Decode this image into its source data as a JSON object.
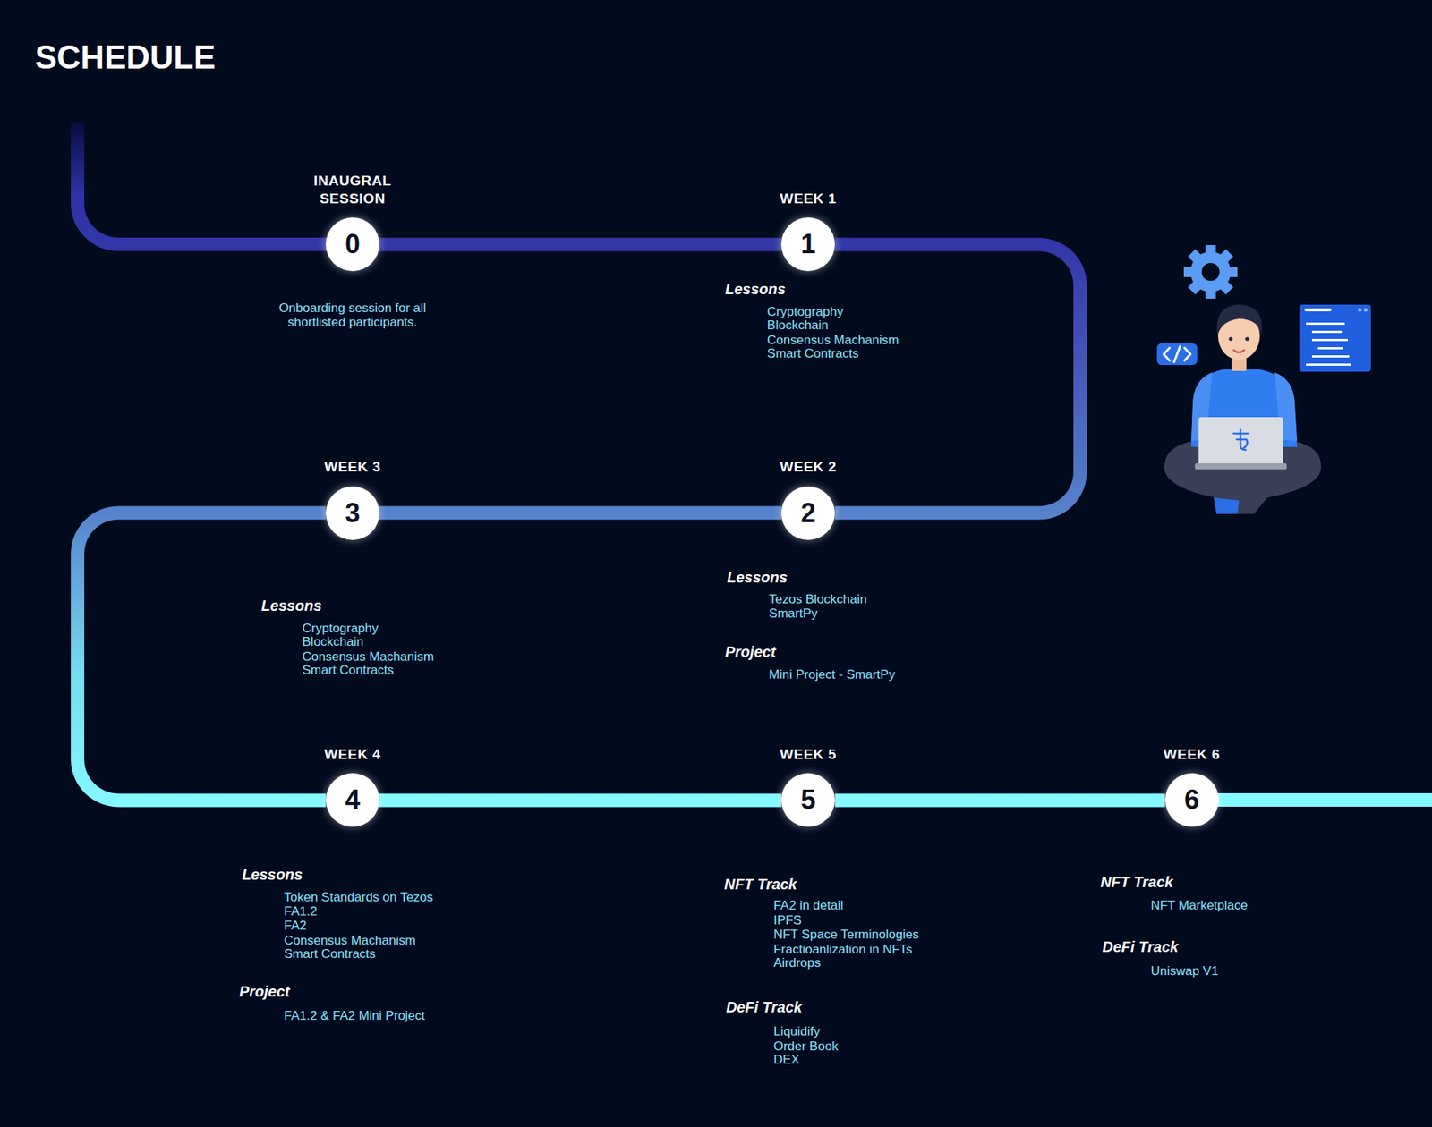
{
  "diagram": {
    "title": "SCHEDULE",
    "nodes": [
      {
        "text": [
          "INAUGRAL SESSION",
          "0"
        ]
      },
      {
        "text": [
          "WEEK 1",
          "1"
        ]
      },
      {
        "text": [
          "WEEK 2",
          "2"
        ]
      },
      {
        "text": [
          "WEEK 3",
          "3"
        ]
      },
      {
        "text": [
          "WEEK 4",
          "4"
        ]
      },
      {
        "text": [
          "WEEK 5",
          "5"
        ]
      },
      {
        "text": [
          "WEEK 6",
          "6"
        ]
      }
    ],
    "edges": [
      {
        "from": 0,
        "to": 1,
        "arrow": "none"
      },
      {
        "from": 1,
        "to": 2,
        "arrow": "none"
      },
      {
        "from": 2,
        "to": 3,
        "arrow": "none"
      },
      {
        "from": 3,
        "to": 4,
        "arrow": "none"
      },
      {
        "from": 4,
        "to": 5,
        "arrow": "none"
      },
      {
        "from": 5,
        "to": 6,
        "arrow": "none"
      }
    ],
    "labels": [
      "Onboarding session for all shortlisted participants.",
      "Lessons",
      "Cryptography",
      "Blockchain",
      "Consensus Machanism",
      "Smart Contracts",
      "Lessons",
      "Tezos Blockchain",
      "SmartPy",
      "Project",
      "Mini Project - SmartPy",
      "Lessons",
      "Cryptography",
      "Blockchain",
      "Consensus Machanism",
      "Smart Contracts",
      "Lessons",
      "Token Standards on Tezos",
      "FA1.2",
      "FA2",
      "Consensus Machanism",
      "Smart Contracts",
      "Project",
      "FA1.2 & FA2 Mini Project",
      "NFT Track",
      "FA2 in detail",
      "IPFS",
      "NFT Space Terminologies",
      "Fractioanlization in NFTs",
      "Airdrops",
      "DeFi Track",
      "Liquidify",
      "Order Book",
      "DEX",
      "NFT Track",
      "NFT Marketplace",
      "DeFi Track",
      "Uniswap V1"
    ]
  }
}
